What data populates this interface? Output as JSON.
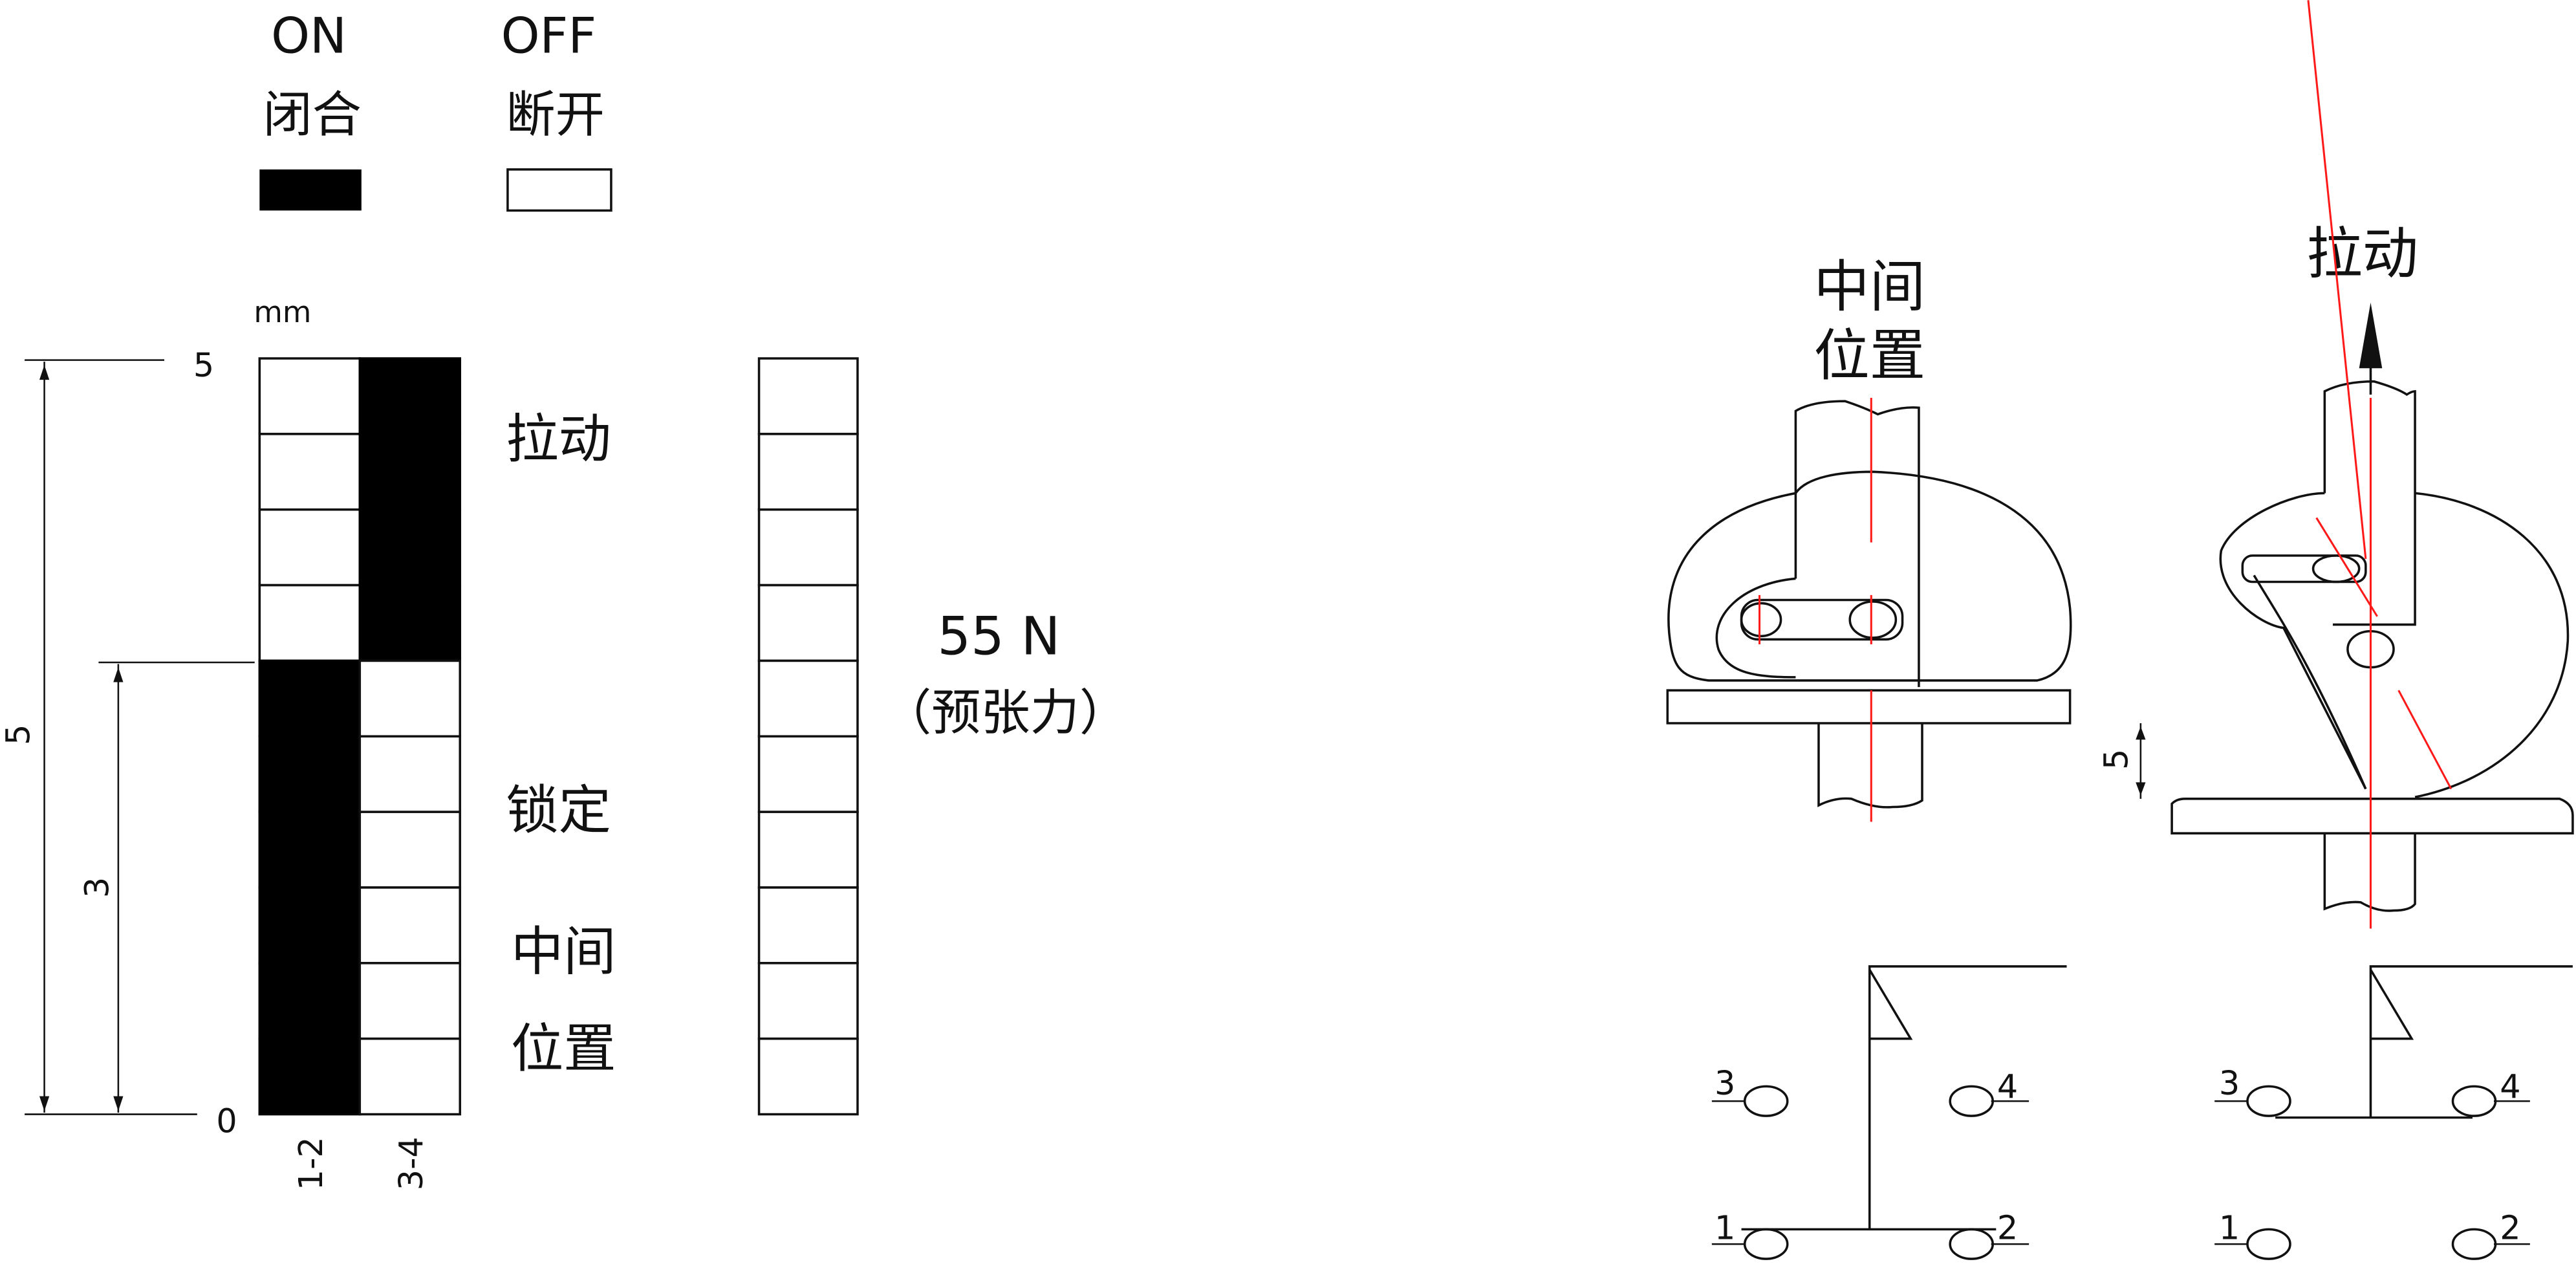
{
  "legend": {
    "on": {
      "label": "ON",
      "label_cn": "闭合",
      "color": "#000000"
    },
    "off": {
      "label": "OFF",
      "label_cn": "断开",
      "color": "#ffffff"
    }
  },
  "travel_chart": {
    "unit": "mm",
    "scale_top": "5",
    "scale_bottom": "0",
    "dimension_total": "5",
    "dimension_lock": "3",
    "columns": [
      {
        "label": "1-2",
        "states": [
          "off",
          "off",
          "off",
          "off",
          "on",
          "on",
          "on",
          "on",
          "on",
          "on"
        ]
      },
      {
        "label": "3-4",
        "states": [
          "on",
          "on",
          "on",
          "on",
          "off",
          "off",
          "off",
          "off",
          "off",
          "off"
        ]
      }
    ],
    "force_column": {
      "cells": 10
    },
    "zone_labels": {
      "pull": "拉动",
      "lock": "锁定",
      "middle_1": "中间",
      "middle_2": "位置"
    },
    "force": {
      "value": "55 N",
      "note": "（预张力）"
    }
  },
  "diagrams": {
    "middle": {
      "title_1": "中间",
      "title_2": "位置"
    },
    "pulled": {
      "title": "拉动",
      "travel_label": "5"
    },
    "contacts": [
      "1",
      "2",
      "3",
      "4"
    ],
    "centerline_color": "#ff1a1a"
  }
}
